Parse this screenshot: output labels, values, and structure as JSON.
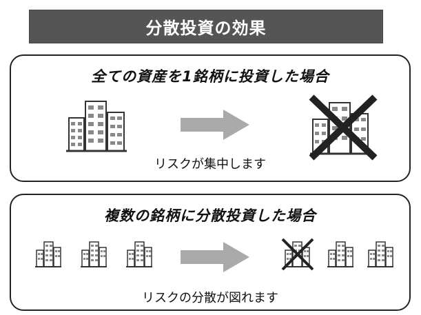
{
  "title": "分散投資の効果",
  "panels": [
    {
      "heading": "全ての資産を1銘柄に投資した場合",
      "caption": "リスクが集中します"
    },
    {
      "heading": "複数の銘柄に分散投資した場合",
      "caption": "リスクの分散が図れます"
    }
  ],
  "colors": {
    "title_background": "#555555",
    "arrow": "#aaaaaa",
    "cross": "#222222"
  },
  "icons": [
    "building-icon",
    "right-arrow-icon",
    "cross-icon"
  ]
}
